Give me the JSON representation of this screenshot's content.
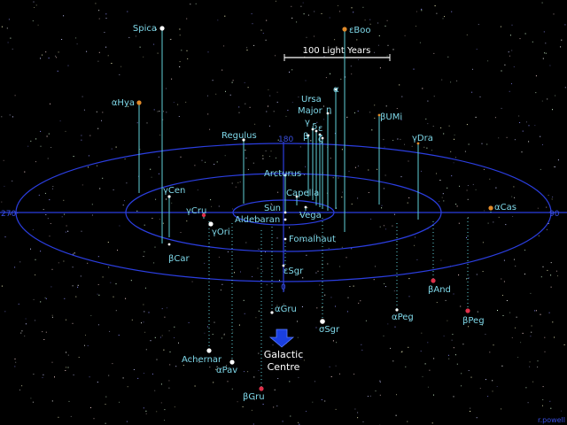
{
  "scale_bar": {
    "label": "100 Light Years"
  },
  "ring_labels": {
    "left": "270",
    "right": "90",
    "top": "180",
    "bottom": "0"
  },
  "galactic_centre": {
    "line1": "Galactic",
    "line2": "Centre",
    "color": "#1a3fe0"
  },
  "center_labels": {
    "sun": "Sun",
    "arcturus": "Arcturus",
    "capella": "Capella",
    "vega": "Vega",
    "aldebaran": "Aldebaran",
    "fomalhaut": "Fomalhaut"
  },
  "ursa_major": {
    "line1": "Ursa",
    "line2": "Major",
    "alpha": "α",
    "beta": "β",
    "gamma": "γ",
    "delta": "δ",
    "epsilon": "ε",
    "zeta": "ζ",
    "eta": "η"
  },
  "stars_above": [
    {
      "name": "Spica",
      "color": "#ffffff"
    },
    {
      "name": "εBoo",
      "color": "#e08a2a"
    },
    {
      "name": "αHya",
      "color": "#e08a2a"
    },
    {
      "name": "Regulus",
      "color": "#ffffff"
    },
    {
      "name": "βUMi",
      "color": "#e08a2a"
    },
    {
      "name": "γDra",
      "color": "#e08a2a"
    },
    {
      "name": "γCen",
      "color": "#ffffff"
    },
    {
      "name": "γCru",
      "color": "#e0304a"
    },
    {
      "name": "αCas",
      "color": "#e08a2a"
    },
    {
      "name": "γOri",
      "color": "#ffffff"
    }
  ],
  "stars_below": [
    {
      "name": "βCar",
      "color": "#ffffff"
    },
    {
      "name": "εSgr",
      "color": "#ffffff"
    },
    {
      "name": "αGru",
      "color": "#ffffff"
    },
    {
      "name": "σSgr",
      "color": "#ffffff"
    },
    {
      "name": "αPeg",
      "color": "#ffffff"
    },
    {
      "name": "βAnd",
      "color": "#e0304a"
    },
    {
      "name": "βPeg",
      "color": "#e0304a"
    },
    {
      "name": "Achernar",
      "color": "#ffffff"
    },
    {
      "name": "αPav",
      "color": "#ffffff"
    },
    {
      "name": "βGru",
      "color": "#e0304a"
    }
  ],
  "credit": "r.powell"
}
